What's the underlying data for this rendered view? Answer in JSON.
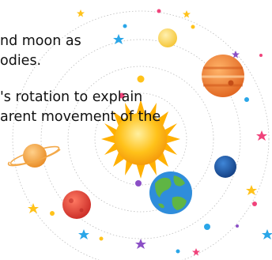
{
  "text_lines": [
    "nd moon as",
    "odies.",
    "'s rotation to explain",
    "arent movement of the"
  ],
  "colors": {
    "orbit": "#bdbdbd",
    "sun_core": "#ffc21a",
    "sun_rays": "#ffb000",
    "earth_ocean": "#2f8ddb",
    "earth_land": "#5fb544",
    "jupiter": "#f08a2e",
    "saturn": "#f3a94a",
    "mars": "#e8463b",
    "blue_planet": "#1f5fb0",
    "small_yellow": "#ffd766",
    "star_blue": "#2aa6e8",
    "star_pink": "#f0437b",
    "star_yellow": "#ffc21a",
    "star_purple": "#8b4fc6"
  },
  "icons": [
    "sun-icon",
    "earth-icon",
    "jupiter-icon",
    "saturn-icon",
    "mars-icon",
    "blue-planet-icon",
    "small-yellow-planet-icon",
    "star-icon",
    "dot-icon"
  ]
}
